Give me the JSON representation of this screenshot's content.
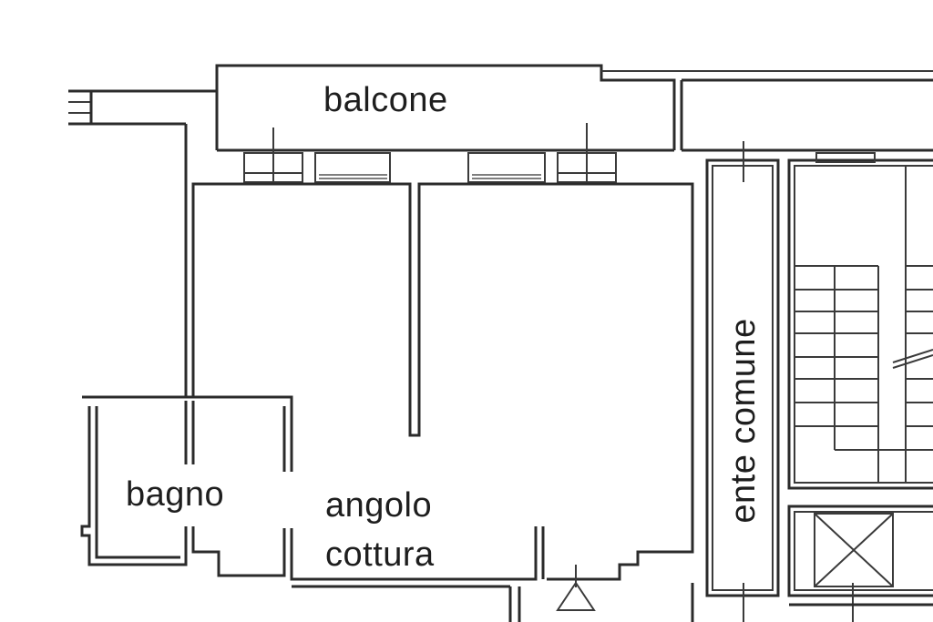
{
  "rooms": {
    "balcone": "balcone",
    "bagno": "bagno",
    "angolo": "angolo",
    "cottura": "cottura",
    "ente_comune": "ente comune"
  },
  "colors": {
    "wall": "#2b2b2b",
    "background": "#ffffff"
  }
}
